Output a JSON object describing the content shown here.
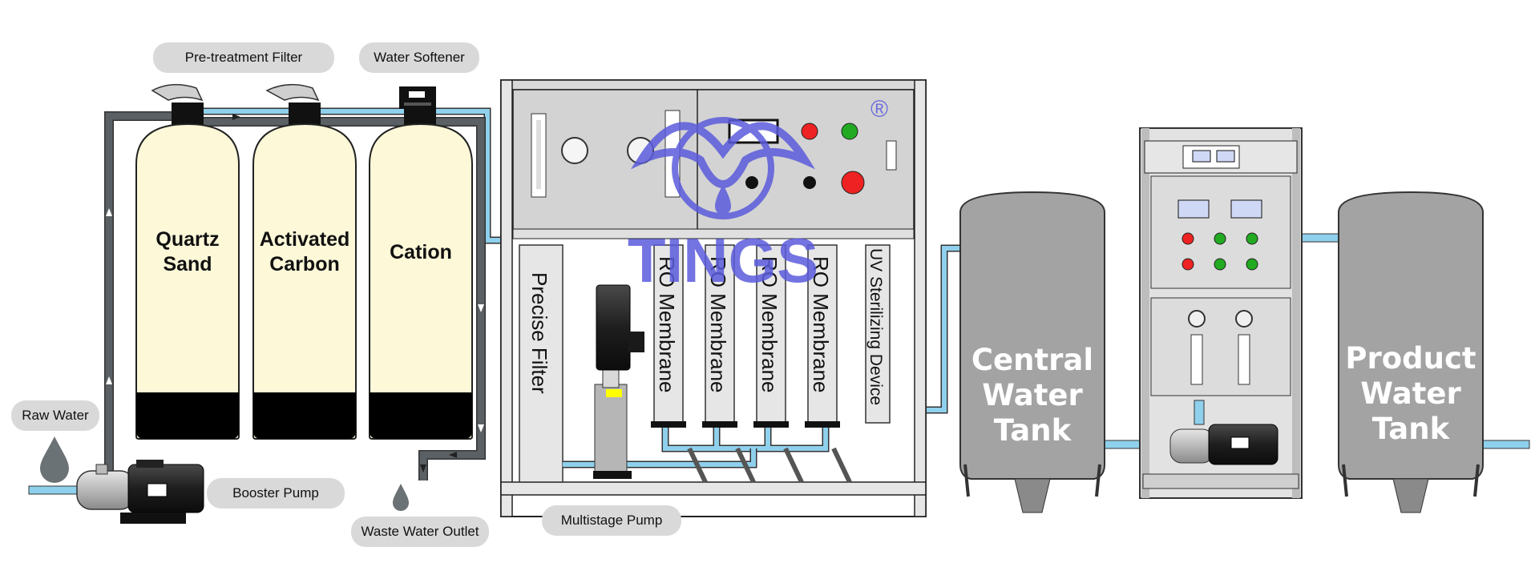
{
  "labels": {
    "pretreatment_filter": "Pre-treatment Filter",
    "water_softener": "Water Softener",
    "raw_water": "Raw Water",
    "booster_pump": "Booster Pump",
    "waste_water_outlet": "Waste Water Outlet",
    "multistage_pump": "Multistage Pump"
  },
  "tanks": {
    "quartz_sand": [
      "Quartz",
      "Sand"
    ],
    "activated_carbon": [
      "Activated",
      "Carbon"
    ],
    "cation": [
      "Cation"
    ]
  },
  "filters": {
    "precise_filter": "Precise Filter",
    "ro_membranes": [
      "RO Membrane",
      "RO Membrane",
      "RO Membrane",
      "RO Membrane"
    ],
    "uv_device": "UV Sterilizing Device"
  },
  "storage": {
    "central": [
      "Central",
      "Water",
      "Tank"
    ],
    "product": [
      "Product",
      "Water",
      "Tank"
    ]
  },
  "brand": {
    "name": "TINGS",
    "registered": "®",
    "color": "#5b5bdc"
  },
  "colors": {
    "tank_fill": "#fdf8d8",
    "pipe_water": "#8fd0ec",
    "pipe_dark": "#4f5559",
    "frame_grey": "#d3d3d3",
    "storage_grey": "#a3a3a3",
    "drop_grey": "#6b7275"
  },
  "icons": [
    "water-drop-icon",
    "waste-drop-icon",
    "flow-arrow-icon",
    "registered-mark-icon"
  ]
}
